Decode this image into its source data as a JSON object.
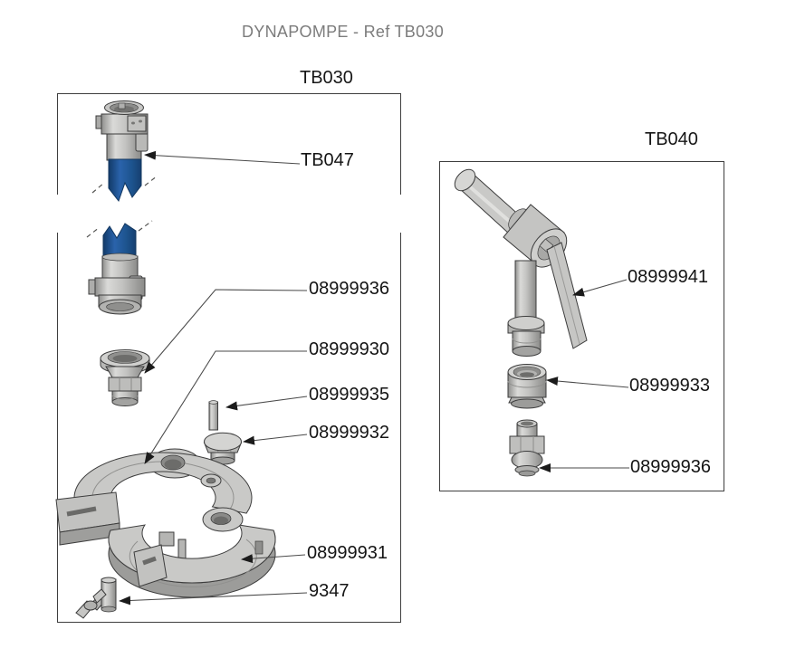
{
  "header": {
    "title": "DYNAPOMPE - Ref TB030"
  },
  "colors": {
    "title_gray": "#7c7c7c",
    "outline": "#3e3e3e",
    "leader_line": "#4a4a4a",
    "part_gray": "#c6c6c4",
    "hose_blue": "#1e5a9c",
    "label_text": "#141414"
  },
  "sections": [
    {
      "title": "TB030",
      "parts": [
        {
          "id": "hose-assembly",
          "label": "TB047"
        },
        {
          "id": "camlock-adapter",
          "label": "08999936"
        },
        {
          "id": "clamp-upper-half",
          "label": "08999930"
        },
        {
          "id": "pin",
          "label": "08999935"
        },
        {
          "id": "hex-plug",
          "label": "08999932"
        },
        {
          "id": "clamp-lower-half",
          "label": "08999931"
        },
        {
          "id": "wing-bolt",
          "label": "9347"
        }
      ]
    },
    {
      "title": "TB040",
      "parts": [
        {
          "id": "nozzle-handle",
          "label": "08999941"
        },
        {
          "id": "hose-coupler",
          "label": "08999933"
        },
        {
          "id": "camlock-adapter",
          "label": "08999936"
        }
      ]
    }
  ]
}
